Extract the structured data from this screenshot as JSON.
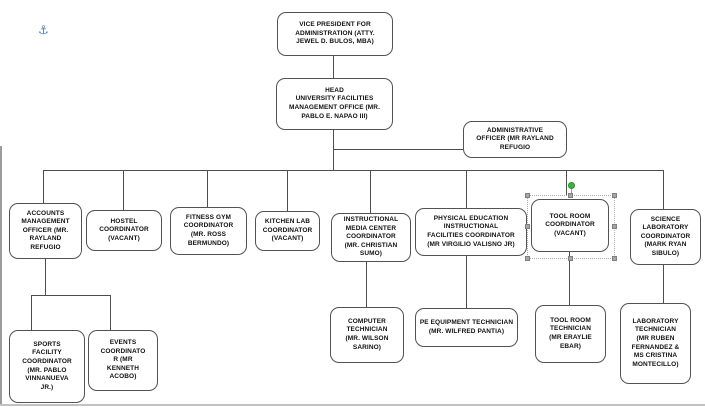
{
  "anchor": {
    "glyph": "⚓",
    "color": "#4f81bd",
    "meaning": "object-anchor"
  },
  "colors": {
    "connector_line": "#4d4d4d",
    "box_border": "#525252",
    "box_fill": "#ffffff",
    "text": "#101010",
    "selection_border": "#ababab",
    "selection_handle": "#a6a6a6",
    "rotation_handle_green": "#3db33d",
    "canvas_edge": "#9c9c9c"
  },
  "selection": {
    "selected_node": "tool_room",
    "handle_count": 8,
    "has_rotation_handle": true
  },
  "nodes": {
    "vp": {
      "label": "VICE PRESIDENT FOR\nADMINISTRATION (ATTY.\nJEWEL D. BULOS, MBA)"
    },
    "head": {
      "label": "HEAD\nUNIVERSITY FACILITIES\nMANAGEMENT OFFICE (MR.\nPABLO E. NAPAO III)"
    },
    "admin_officer": {
      "label": "ADMINISTRATIVE\nOFFICER (MR RAYLAND\nREFUGIO"
    },
    "accounts": {
      "label": "ACCOUNTS\nMANAGEMENT\nOFFICER (MR.\nRAYLAND\nREFUGIO"
    },
    "hostel": {
      "label": "HOSTEL\nCOORDINATOR\n(VACANT)"
    },
    "fitness": {
      "label": "FITNESS GYM\nCOORDINATOR\n(MR. ROSS\nBERMUNDO)"
    },
    "kitchen": {
      "label": "KITCHEN LAB\nCOORDINATOR\n(VACANT)"
    },
    "imc": {
      "label": "INSTRUCTIONAL\nMEDIA CENTER\nCOORDINATOR\n(MR. CHRISTIAN\nSUMO)"
    },
    "pe_facilities": {
      "label": "PHYSICAL EDUCATION\nINSTRUCTIONAL\nFACILITIES COORDINATOR\n(MR VIRGILIO VALISNO JR)"
    },
    "tool_room": {
      "label": "TOOL ROOM\nCOORDINATOR\n(VACANT)",
      "selected": true
    },
    "science_lab": {
      "label": "SCIENCE\nLABORATORY\nCOORDINATOR\n(MARK RYAN\nSIBULO)"
    },
    "sports": {
      "label": "SPORTS\nFACILITY\nCOORDINATOR\n(MR. PABLO\nVINNANUEVA\nJR.)"
    },
    "events": {
      "label": "EVENTS\nCOORDINATO\nR (MR\nKENNETH\nACOBO)"
    },
    "computer_tech": {
      "label": "COMPUTER\nTECHNICIAN\n(MR. WILSON\nSARINO)"
    },
    "pe_equipment_tech": {
      "label": "PE EQUIPMENT TECHNICIAN\n(MR. WILFRED PANTIA)"
    },
    "tool_room_tech": {
      "label": "TOOL ROOM\nTECHNICIAN\n(MR ERAYLIE\nEBAR)"
    },
    "lab_tech": {
      "label": "LABORATORY\nTECHNICIAN\n(MR RUBEN\nFERNANDEZ &\nMS CRISTINA\nMONTECILLO)"
    }
  }
}
